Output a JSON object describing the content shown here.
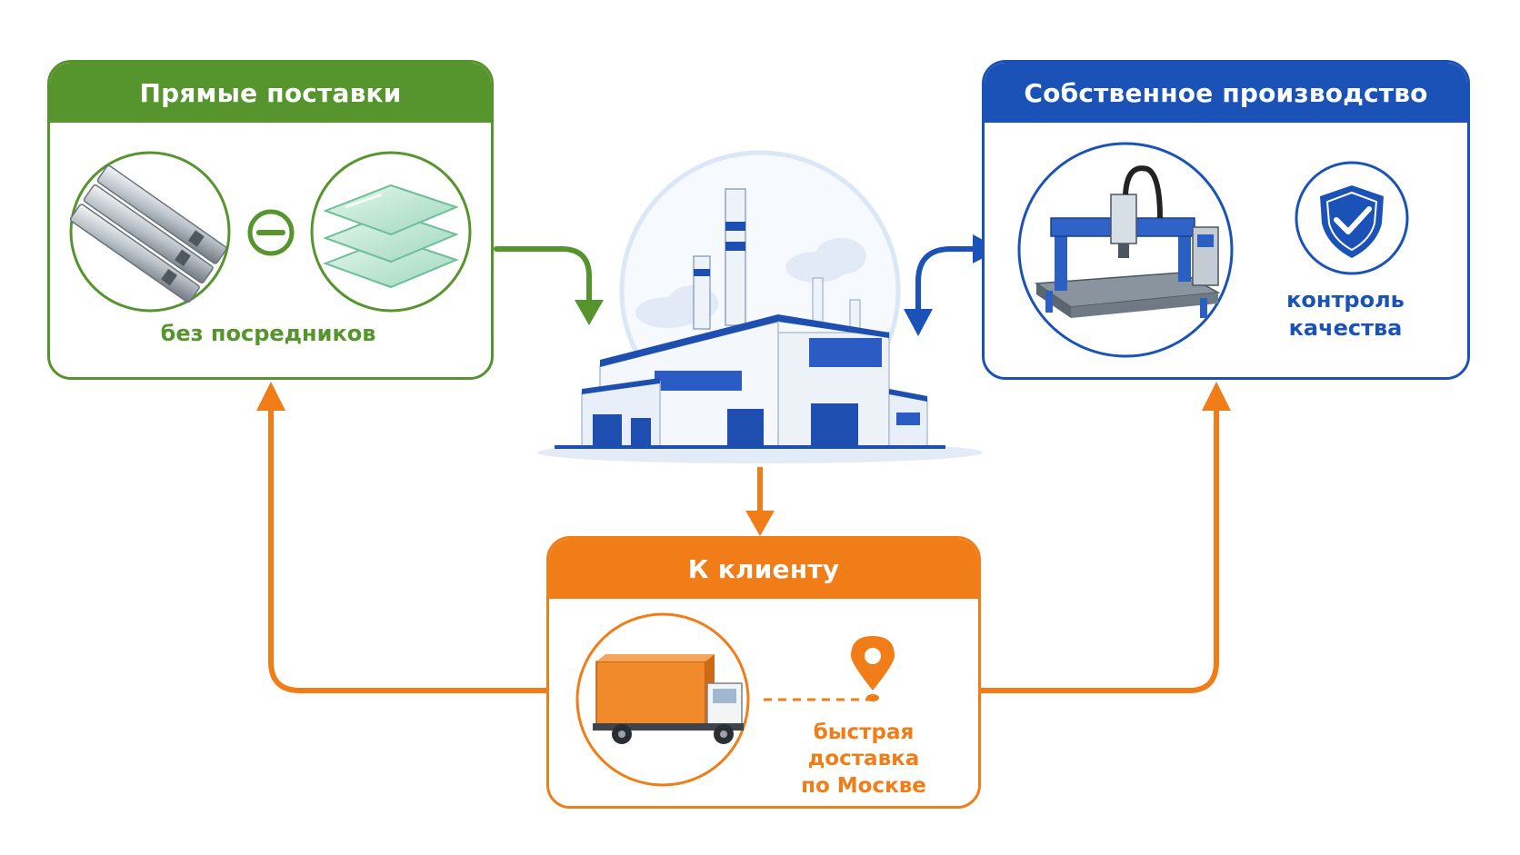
{
  "diagram": {
    "top_left": {
      "title": "Прямые поставки",
      "caption": "без посредников",
      "color": "#56942e"
    },
    "top_right": {
      "title": "Собственное производство",
      "caption_line1": "контроль",
      "caption_line2": "качества",
      "color": "#1a52b8"
    },
    "bottom": {
      "title": "К клиенту",
      "caption_line1": "быстрая доставка",
      "caption_line2": "по Москве",
      "color": "#f07d18"
    },
    "center_color": "#1e4fb0",
    "icons": [
      "aluminum-profile-icon",
      "minus-circle-icon",
      "glass-sheets-icon",
      "factory-icon",
      "cnc-machine-icon",
      "shield-check-icon",
      "delivery-truck-icon",
      "map-pin-icon"
    ]
  }
}
